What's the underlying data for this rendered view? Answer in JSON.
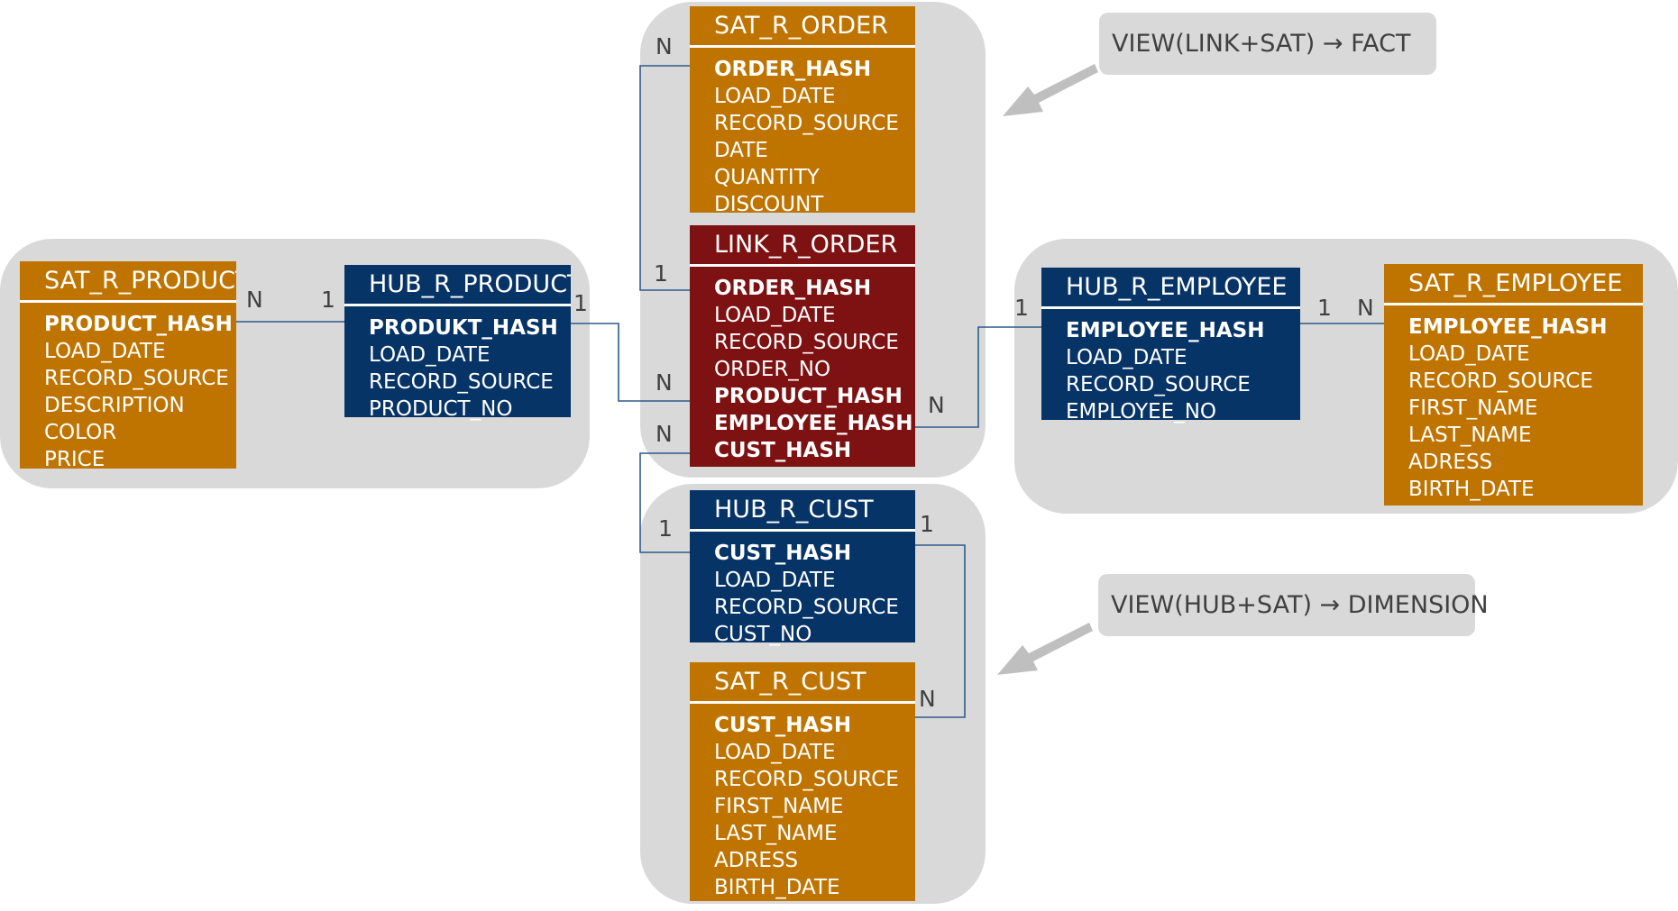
{
  "entities": {
    "sat_r_order": {
      "title": "SAT_R_ORDER",
      "fields": [
        "ORDER_HASH",
        "LOAD_DATE",
        "RECORD_SOURCE",
        "DATE",
        "QUANTITY",
        "DISCOUNT"
      ]
    },
    "link_r_order": {
      "title": "LINK_R_ORDER",
      "fields": [
        "ORDER_HASH",
        "LOAD_DATE",
        "RECORD_SOURCE",
        "ORDER_NO",
        "PRODUCT_HASH",
        "EMPLOYEE_HASH",
        "CUST_HASH"
      ]
    },
    "sat_r_product": {
      "title": "SAT_R_PRODUCT",
      "fields": [
        "PRODUCT_HASH",
        "LOAD_DATE",
        "RECORD_SOURCE",
        "DESCRIPTION",
        "COLOR",
        "PRICE"
      ]
    },
    "hub_r_product": {
      "title": "HUB_R_PRODUCT",
      "fields": [
        "PRODUKT_HASH",
        "LOAD_DATE",
        "RECORD_SOURCE",
        "PRODUCT_NO"
      ]
    },
    "hub_r_employee": {
      "title": "HUB_R_EMPLOYEE",
      "fields": [
        "EMPLOYEE_HASH",
        "LOAD_DATE",
        "RECORD_SOURCE",
        "EMPLOYEE_NO"
      ]
    },
    "sat_r_employee": {
      "title": "SAT_R_EMPLOYEE",
      "fields": [
        "EMPLOYEE_HASH",
        "LOAD_DATE",
        "RECORD_SOURCE",
        "FIRST_NAME",
        "LAST_NAME",
        "ADRESS",
        "BIRTH_DATE"
      ]
    },
    "hub_r_cust": {
      "title": "HUB_R_CUST",
      "fields": [
        "CUST_HASH",
        "LOAD_DATE",
        "RECORD_SOURCE",
        "CUST_NO"
      ]
    },
    "sat_r_cust": {
      "title": "SAT_R_CUST",
      "fields": [
        "CUST_HASH",
        "LOAD_DATE",
        "RECORD_SOURCE",
        "FIRST_NAME",
        "LAST_NAME",
        "ADRESS",
        "BIRTH_DATE"
      ]
    }
  },
  "cardinalities": {
    "one": "1",
    "many": "N"
  },
  "notes": {
    "fact": "VIEW(LINK+SAT) → FACT",
    "dimension": "VIEW(HUB+SAT) → DIMENSION"
  },
  "colors": {
    "satellite": "#bf7400",
    "hub": "#073467",
    "link": "#7e1212",
    "group_background": "#d9d9d9",
    "connector": "#2e5a8c",
    "arrow": "#bfbfbf"
  }
}
